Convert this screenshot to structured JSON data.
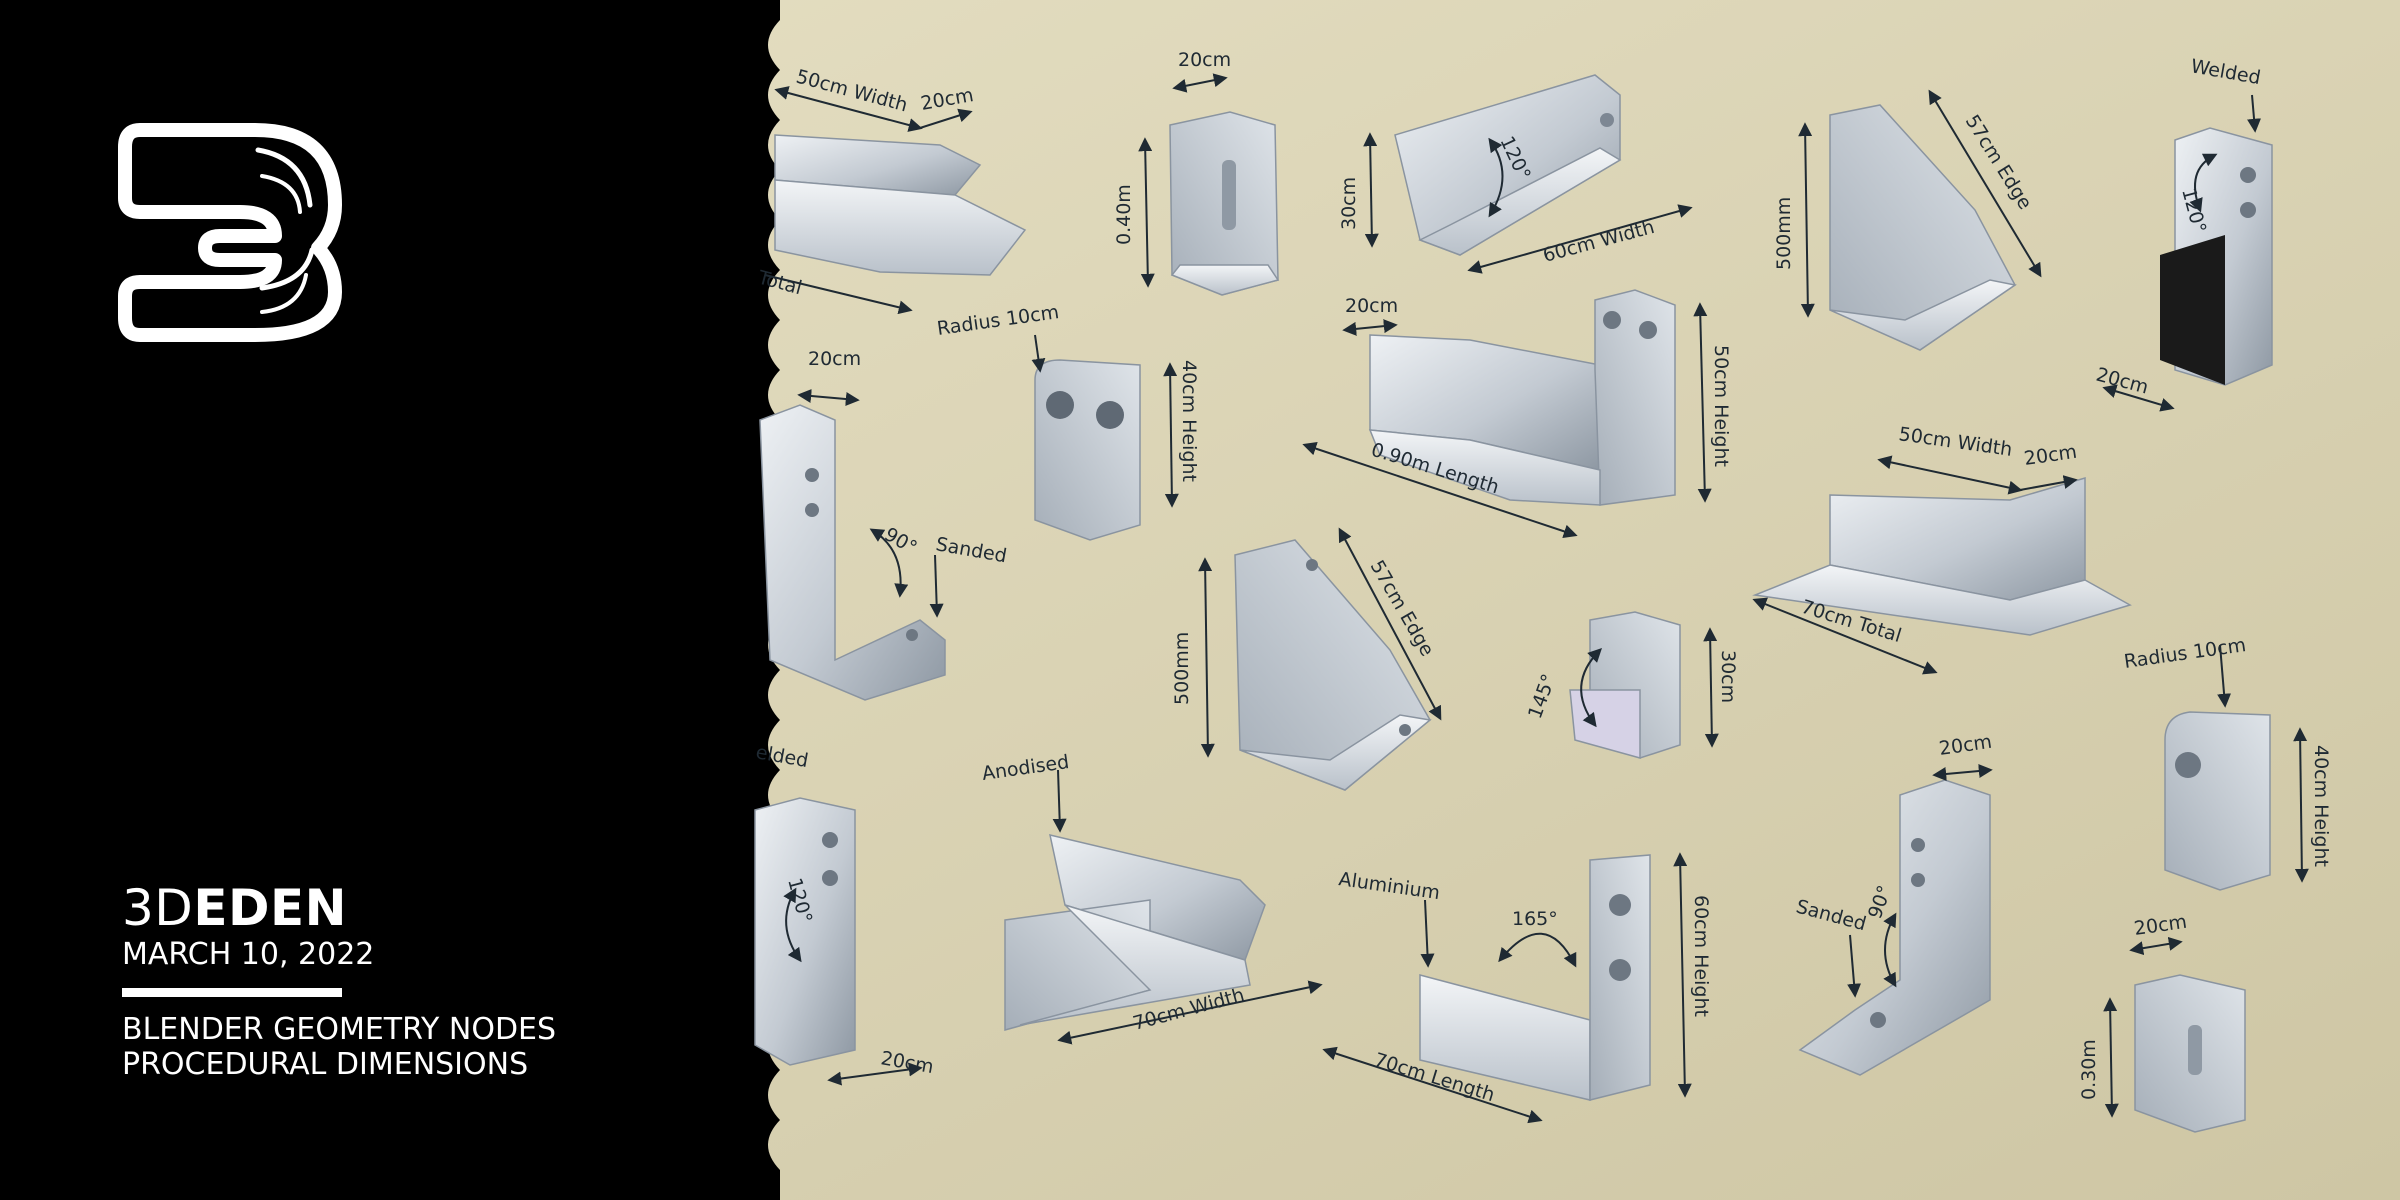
{
  "colors": {
    "left_panel": "#000000",
    "backdrop": "#ddd6b6",
    "metal_light": "#e4e8ec",
    "metal_mid": "#b6bfc9",
    "metal_dark": "#7d8793",
    "dimension_line": "#1f2a33",
    "logo": "#ffffff"
  },
  "brand": {
    "logo_icon": "3d-eden-logo-icon",
    "name_light": "3D",
    "name_bold": "EDEN",
    "date": "MARCH 10, 2022",
    "subtitle_line1": "BLENDER GEOMETRY NODES",
    "subtitle_line2": "PROCEDURAL DIMENSIONS"
  },
  "labels": {
    "l01": "50cm Width",
    "l02": "20cm",
    "l03": "Total",
    "l04": "20cm",
    "l05": "0.40m",
    "l06": "30cm",
    "l07": "120°",
    "l08": "60cm Width",
    "l09": "500mm",
    "l10": "57cm Edge",
    "l11": "Welded",
    "l12": "120°",
    "l13": "20cm",
    "l14": "Radius 10cm",
    "l15": "40cm Height",
    "l16": "20cm",
    "l17": "50cm Height",
    "l18": "0.90m Length",
    "l19": "20cm",
    "l20": "90°",
    "l21": "Sanded",
    "l22": "50cm Width",
    "l23": "20cm",
    "l24": "70cm Total",
    "l25": "500mm",
    "l26": "57cm Edge",
    "l27": "145°",
    "l28": "30cm",
    "l29": "Radius 10cm",
    "l30": "40cm Height",
    "l31": "elded",
    "l32": "120°",
    "l33": "20cm",
    "l34": "Anodised",
    "l35": "70cm Width",
    "l36": "Aluminium",
    "l37": "165°",
    "l38": "60cm Height",
    "l39": "70cm Length",
    "l40": "20cm",
    "l41": "Sanded",
    "l42": "90°",
    "l43": "20cm",
    "l44": "0.30m"
  }
}
